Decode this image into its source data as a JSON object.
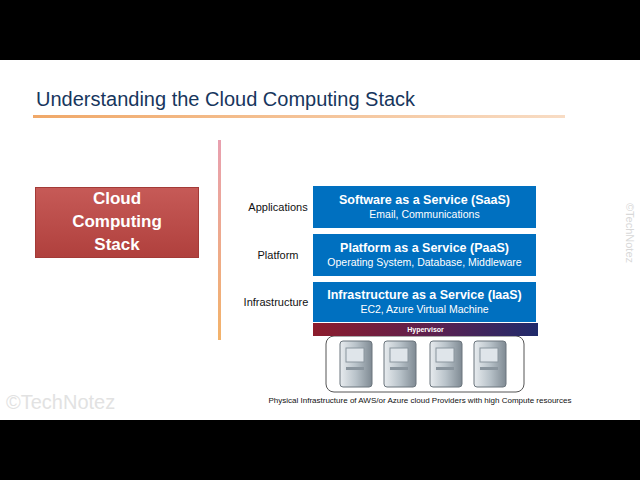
{
  "diagram": {
    "title": "Understanding the Cloud Computing Stack",
    "nodes": [
      {
        "text": [
          "Cloud Computing Stack"
        ]
      },
      {
        "text": [
          "Software as a Service (SaaS)",
          "Email, Communications"
        ]
      },
      {
        "text": [
          "Platform as a Service (PaaS)",
          "Operating System, Database, Middleware"
        ]
      },
      {
        "text": [
          "Infrastructure as a Service (IaaS)",
          "EC2, Azure Virtual Machine"
        ]
      },
      {
        "text": [
          "Hypervisor"
        ]
      }
    ],
    "labels": [
      "Applications",
      "Platform",
      "Infrastructure",
      "Physical Infrastructure of AWS/or Azure cloud Providers with high Compute resources",
      "©TechNotez",
      "©TechNotez"
    ]
  }
}
